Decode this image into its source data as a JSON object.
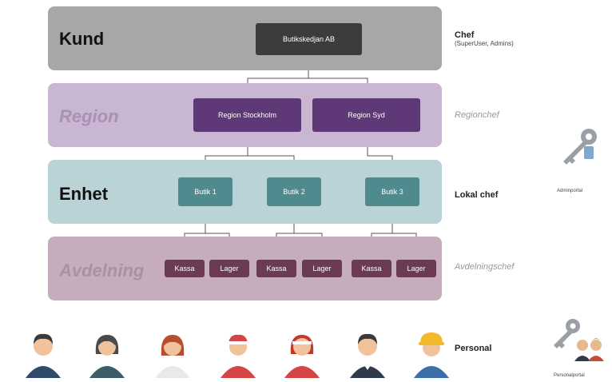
{
  "bands": {
    "kund": "Kund",
    "region": "Region",
    "enhet": "Enhet",
    "avdelning": "Avdelning"
  },
  "nodes": {
    "root": "Butikskedjan AB",
    "regions": [
      "Region Stockholm",
      "Region Syd"
    ],
    "stores": [
      "Butik 1",
      "Butik 2",
      "Butik 3"
    ],
    "departments": [
      "Kassa",
      "Lager",
      "Kassa",
      "Lager",
      "Kassa",
      "Lager"
    ]
  },
  "roles": {
    "chef": "Chef",
    "chef_sub": "(SuperUser, Admins)",
    "regionchef": "Regionchef",
    "lokal_chef": "Lokal chef",
    "avdelningschef": "Avdelningschef",
    "personal": "Personal"
  },
  "portals": {
    "admin_caption": "Adminportal",
    "personal_caption": "Personalportal"
  },
  "icons": {
    "admin": "key-icon",
    "personal": "key-people-icon",
    "people": [
      "man-icon",
      "woman-icon",
      "nurse-icon",
      "cashier-icon",
      "waitress-icon",
      "waiter-icon",
      "worker-icon"
    ]
  },
  "colors": {
    "kund_band": "#a7a7a5",
    "region_band": "#c9b6d3",
    "enhet_band": "#b9d3d6",
    "avdelning_band": "#c6adbd",
    "root_node": "#3d3c3a",
    "region_node": "#5e3877",
    "store_node": "#4f8a8e",
    "dept_node": "#6b3b55"
  }
}
